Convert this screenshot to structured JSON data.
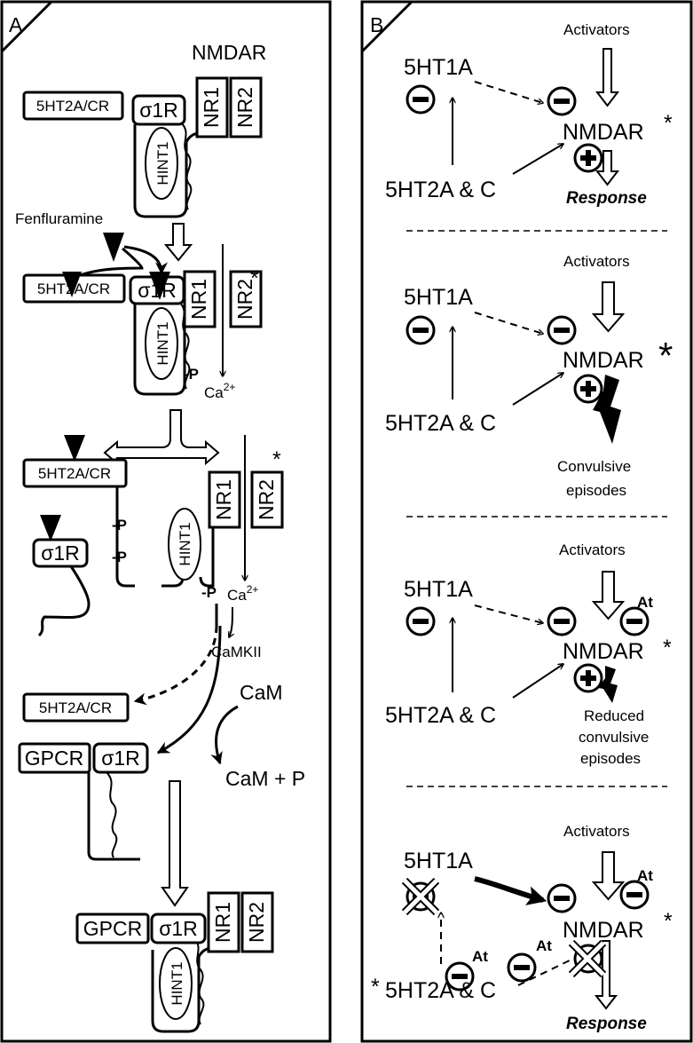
{
  "panelA": {
    "letter": "A",
    "nmdar_title": "NMDAR",
    "r5ht2a": "5HT2A/CR",
    "sigma1r": "σ1R",
    "hint1": "HINT1",
    "nr1": "NR1",
    "nr2": "NR2",
    "gpcr": "GPCR",
    "fenfluramine": "Fenfluramine",
    "phospho": "-P",
    "ca_base": "Ca",
    "ca_sup": "2+",
    "camkii": "CaMKII",
    "cam": "CaM",
    "cam_p": "CaM + P",
    "asterisk": "*"
  },
  "panelB": {
    "letter": "B",
    "activators": "Activators",
    "r5ht1a": "5HT1A",
    "r5ht2ac": "5HT2A & C",
    "nmdar": "NMDAR",
    "asterisk": "*",
    "response": "Response",
    "convulsive_line1": "Convulsive",
    "convulsive_line2": "episodes",
    "reduced_line1": "Reduced",
    "reduced_line2": "convulsive",
    "reduced_line3": "episodes",
    "at": "At",
    "minus": "−",
    "plus": "+"
  }
}
